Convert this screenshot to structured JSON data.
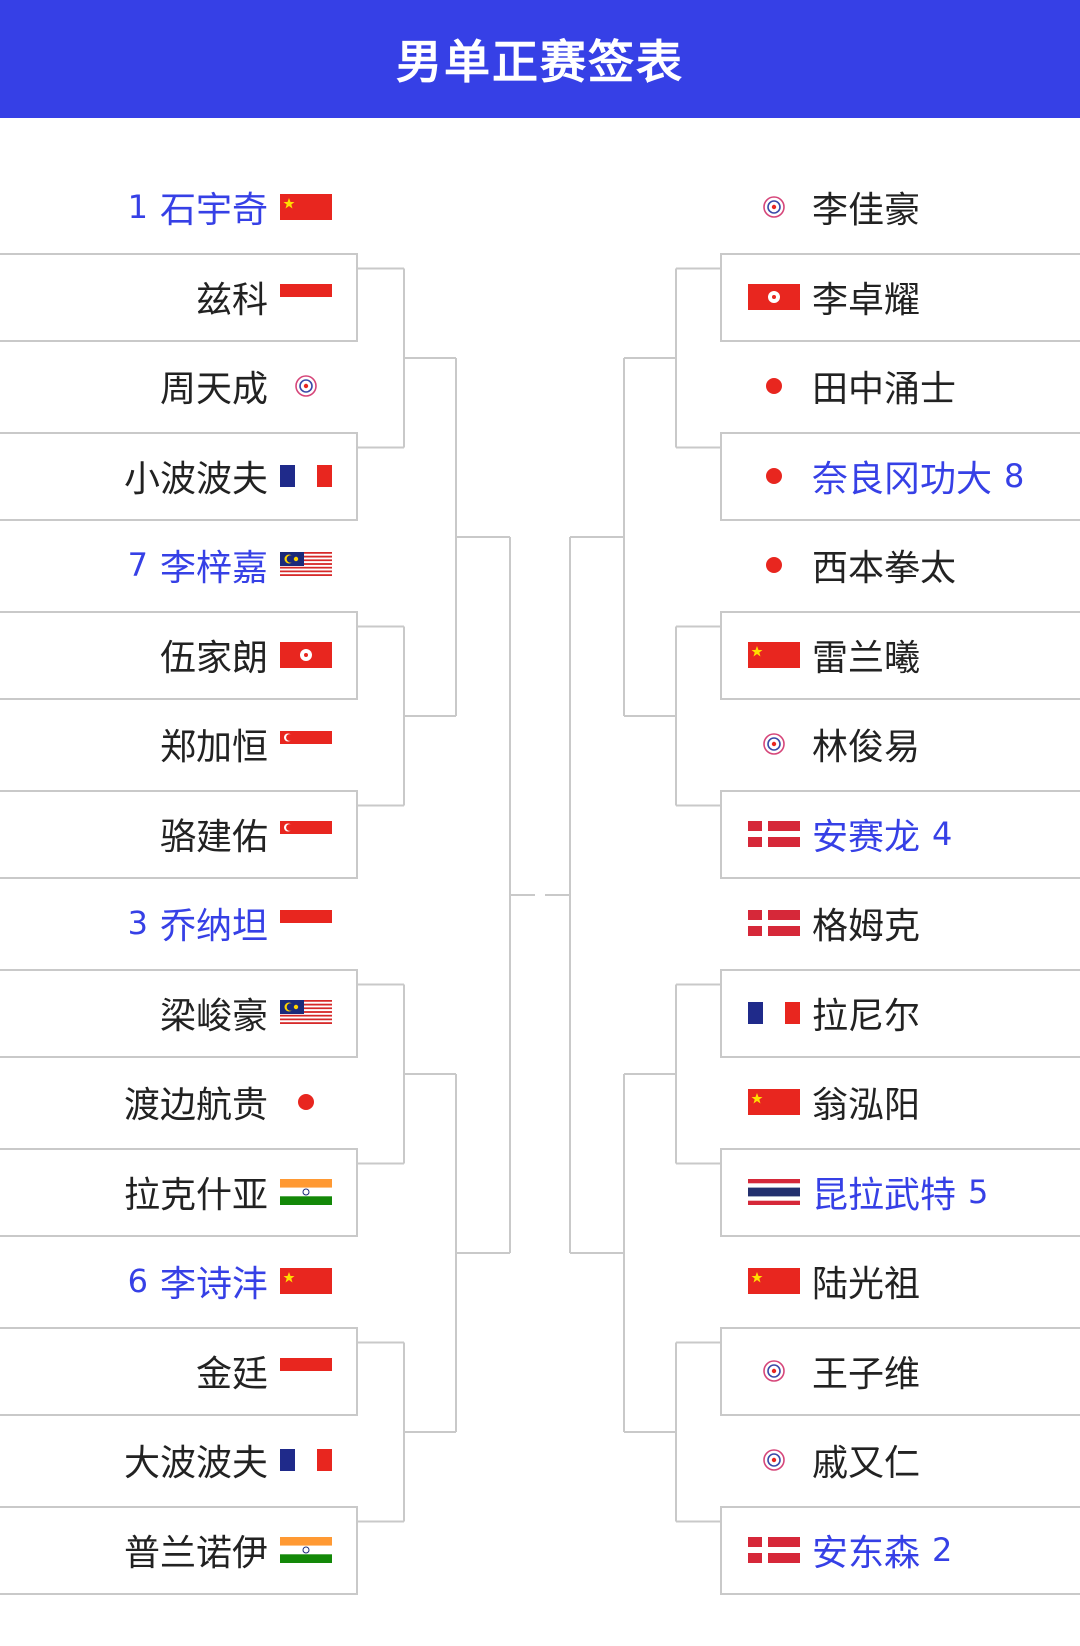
{
  "header": {
    "title": "男单正赛签表"
  },
  "left": [
    {
      "name": "石宇奇",
      "seed": "1",
      "flag": "china-flag-icon"
    },
    {
      "name": "兹科",
      "seed": "",
      "flag": "indonesia-flag-icon"
    },
    {
      "name": "周天成",
      "seed": "",
      "flag": "chinese-taipei-emblem-icon"
    },
    {
      "name": "小波波夫",
      "seed": "",
      "flag": "france-flag-icon"
    },
    {
      "name": "李梓嘉",
      "seed": "7",
      "flag": "malaysia-flag-icon"
    },
    {
      "name": "伍家朗",
      "seed": "",
      "flag": "hong-kong-flag-icon"
    },
    {
      "name": "郑加恒",
      "seed": "",
      "flag": "singapore-flag-icon"
    },
    {
      "name": "骆建佑",
      "seed": "",
      "flag": "singapore-flag-icon"
    },
    {
      "name": "乔纳坦",
      "seed": "3",
      "flag": "indonesia-flag-icon"
    },
    {
      "name": "梁峻豪",
      "seed": "",
      "flag": "malaysia-flag-icon"
    },
    {
      "name": "渡边航贵",
      "seed": "",
      "flag": "japan-flag-icon"
    },
    {
      "name": "拉克什亚",
      "seed": "",
      "flag": "india-flag-icon"
    },
    {
      "name": "李诗沣",
      "seed": "6",
      "flag": "china-flag-icon"
    },
    {
      "name": "金廷",
      "seed": "",
      "flag": "indonesia-flag-icon"
    },
    {
      "name": "大波波夫",
      "seed": "",
      "flag": "france-flag-icon"
    },
    {
      "name": "普兰诺伊",
      "seed": "",
      "flag": "india-flag-icon"
    }
  ],
  "right": [
    {
      "name": "李佳豪",
      "seed": "",
      "flag": "chinese-taipei-emblem-icon"
    },
    {
      "name": "李卓耀",
      "seed": "",
      "flag": "hong-kong-flag-icon"
    },
    {
      "name": "田中涌士",
      "seed": "",
      "flag": "japan-flag-icon"
    },
    {
      "name": "奈良冈功大",
      "seed": "8",
      "flag": "japan-flag-icon"
    },
    {
      "name": "西本拳太",
      "seed": "",
      "flag": "japan-flag-icon"
    },
    {
      "name": "雷兰曦",
      "seed": "",
      "flag": "china-flag-icon"
    },
    {
      "name": "林俊易",
      "seed": "",
      "flag": "chinese-taipei-emblem-icon"
    },
    {
      "name": "安赛龙",
      "seed": "4",
      "flag": "denmark-flag-icon"
    },
    {
      "name": "格姆克",
      "seed": "",
      "flag": "denmark-flag-icon"
    },
    {
      "name": "拉尼尔",
      "seed": "",
      "flag": "france-flag-icon"
    },
    {
      "name": "翁泓阳",
      "seed": "",
      "flag": "china-flag-icon"
    },
    {
      "name": "昆拉武特",
      "seed": "5",
      "flag": "thailand-flag-icon"
    },
    {
      "name": "陆光祖",
      "seed": "",
      "flag": "china-flag-icon"
    },
    {
      "name": "王子维",
      "seed": "",
      "flag": "chinese-taipei-emblem-icon"
    },
    {
      "name": "戚又仁",
      "seed": "",
      "flag": "chinese-taipei-emblem-icon"
    },
    {
      "name": "安东森",
      "seed": "2",
      "flag": "denmark-flag-icon"
    }
  ],
  "colors": {
    "header": "#3640e6",
    "seeded_text": "#3640e6",
    "text": "#222222",
    "bracket_line": "#c9c9c9"
  }
}
